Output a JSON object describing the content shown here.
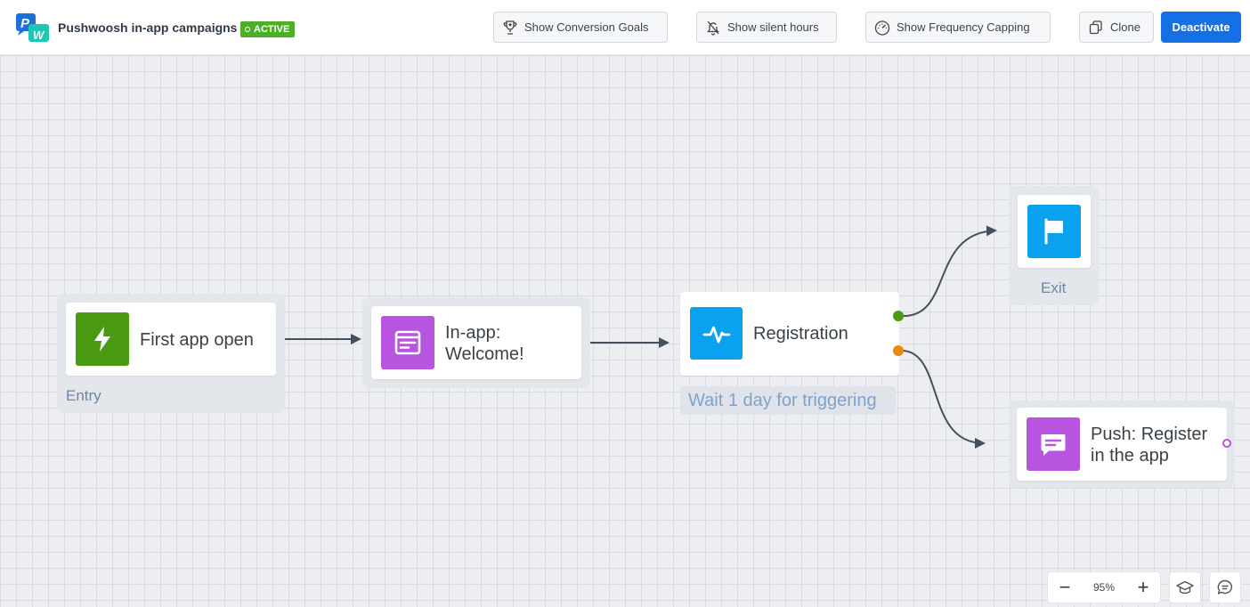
{
  "header": {
    "app_title": "Pushwoosh in-app campaigns",
    "status": "ACTIVE",
    "buttons": {
      "conversion_goals": "Show Conversion Goals",
      "silent_hours": "Show silent hours",
      "frequency_capping": "Show Frequency Capping",
      "clone": "Clone",
      "deactivate": "Deactivate"
    }
  },
  "nodes": {
    "entry": {
      "title": "First app open",
      "label": "Entry"
    },
    "inapp": {
      "title_line1": "In-app:",
      "title_line2": "Welcome!"
    },
    "registration": {
      "title": "Registration",
      "wait_label": "Wait 1 day for triggering"
    },
    "exit": {
      "label": "Exit"
    },
    "push": {
      "title_line1": "Push: Register",
      "title_line2": "in the app"
    }
  },
  "controls": {
    "zoom_level": "95%",
    "zoom_out": "−",
    "zoom_in": "+"
  },
  "colors": {
    "accent": "#1670e5",
    "active": "#4caf26",
    "trigger": "#4a9a13",
    "message": "#b755e0",
    "event": "#0aa2ef",
    "port_success": "#4a9a13",
    "port_fail": "#ea8612"
  },
  "icons": {
    "logo": "pushwoosh-logo",
    "trigger": "lightning-icon",
    "inapp": "in-app-window-icon",
    "event": "pulse-icon",
    "exit": "flag-icon",
    "push": "message-bubble-icon",
    "goals": "trophy-icon",
    "silent": "bell-off-icon",
    "capping": "speedometer-icon",
    "clone": "copy-icon",
    "tutorial": "graduation-cap-icon",
    "feedback": "chat-bubble-icon"
  }
}
